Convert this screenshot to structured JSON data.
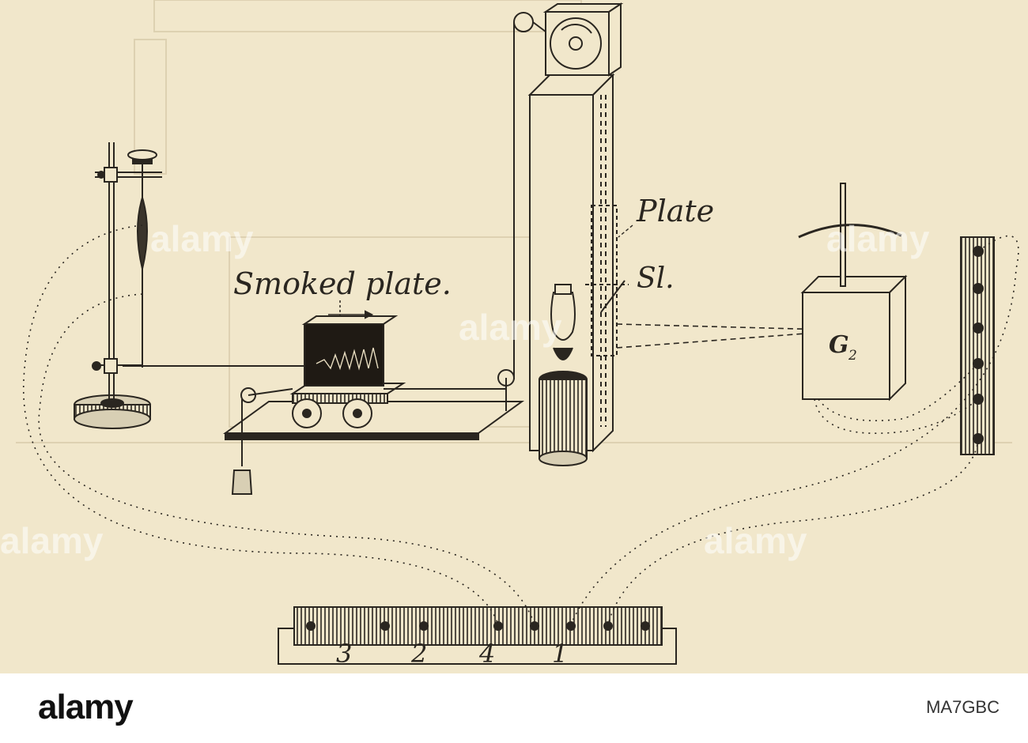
{
  "labels": {
    "smoked_plate": "Smoked plate.",
    "plate": "Plate",
    "slit": "Sl.",
    "galvanometer": "G",
    "galvanometer_sub": "2",
    "key_numbers": [
      "3",
      "2",
      "4",
      "1"
    ]
  },
  "watermark": {
    "text": "alamy"
  },
  "footer": {
    "logo": "alamy",
    "image_id": "MA7GBC"
  },
  "colors": {
    "paper": "#f1e7cb",
    "ink": "#2a2620"
  }
}
